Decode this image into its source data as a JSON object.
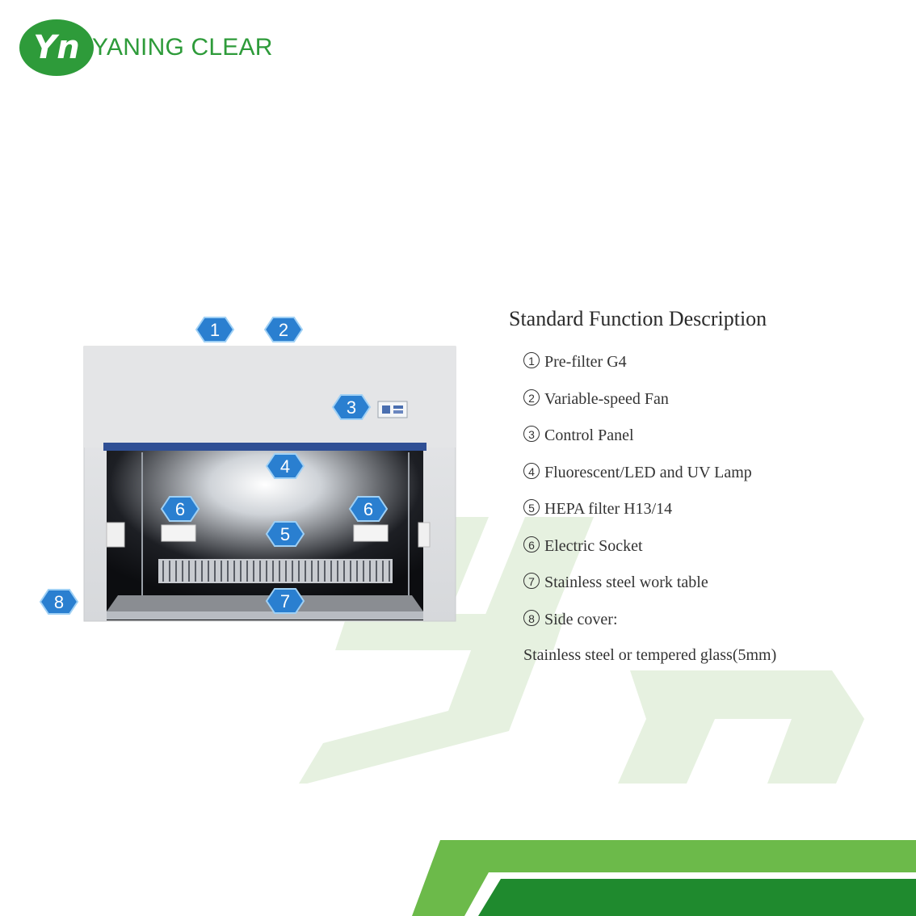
{
  "brand": {
    "logo_letters": "Yn",
    "name": "YANING CLEAR"
  },
  "colors": {
    "brand_green": "#2e9b3a",
    "callout_blue": "#2a7fd0",
    "band_green": "#6cba4a"
  },
  "callouts": [
    "1",
    "2",
    "3",
    "4",
    "5",
    "6",
    "6",
    "7",
    "8"
  ],
  "description": {
    "title": "Standard Function Description",
    "items": [
      {
        "num": "1",
        "text": "Pre-filter G4"
      },
      {
        "num": "2",
        "text": "Variable-speed Fan"
      },
      {
        "num": "3",
        "text": "Control Panel"
      },
      {
        "num": "4",
        "text": "Fluorescent/LED and UV Lamp"
      },
      {
        "num": "5",
        "text": "HEPA filter H13/14"
      },
      {
        "num": "6",
        "text": "Electric Socket"
      },
      {
        "num": "7",
        "text": "Stainless steel work table"
      },
      {
        "num": "8",
        "text": "Side cover:"
      }
    ],
    "continuation": "Stainless steel or tempered glass(5mm)"
  }
}
